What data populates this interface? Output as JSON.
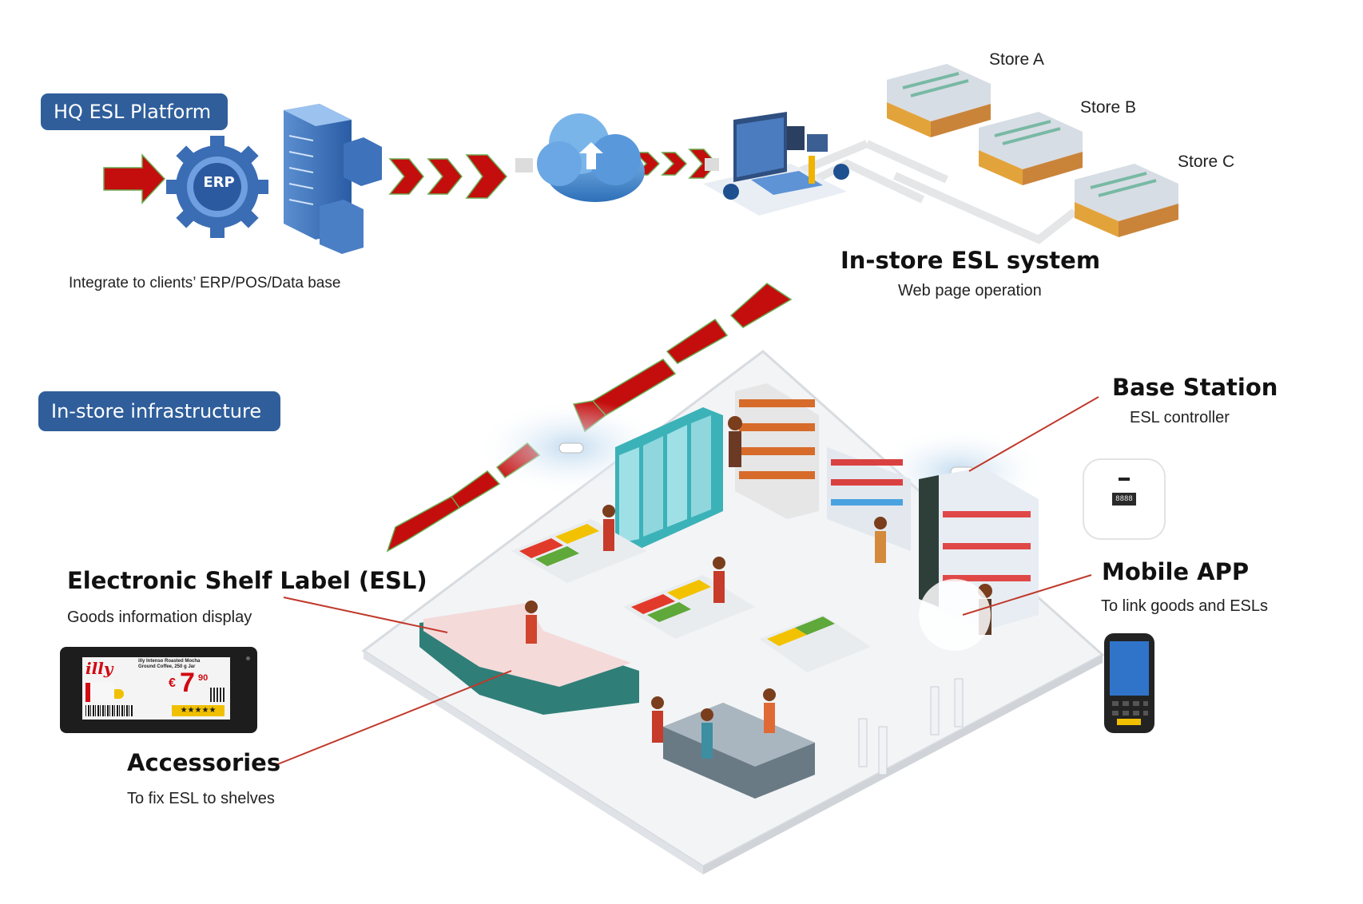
{
  "hq": {
    "platform_label": "HQ ESL Platform",
    "erp_badge": "ERP",
    "integrate_caption": "Integrate to clients’ ERP/POS/Data base"
  },
  "instore_system": {
    "title": "In-store ESL system",
    "subtitle": "Web page operation"
  },
  "stores": [
    "Store A",
    "Store B",
    "Store C"
  ],
  "infrastructure": {
    "label": "In-store infrastructure"
  },
  "components": {
    "base_station": {
      "title": "Base Station",
      "subtitle": "ESL controller"
    },
    "mobile_app": {
      "title": "Mobile APP",
      "subtitle": "To link goods and ESLs"
    },
    "esl": {
      "title": "Electronic Shelf Label (ESL)",
      "subtitle": "Goods information display"
    },
    "accessories": {
      "title": "Accessories",
      "subtitle": "To fix ESL to shelves"
    }
  },
  "esl_device": {
    "brand": "illy",
    "product_line1": "illy Intenso Roasted Mocha",
    "product_line2": "Ground Coffee, 250 g Jar",
    "price_currency": "€",
    "price_int": "7",
    "price_dec": "90",
    "stars": "★★★★★"
  },
  "base_station_display": "8888",
  "colors": {
    "pill_blue": "#2f5e9b",
    "arrow_red": "#c40d0d",
    "arrow_outline": "#6aa84f",
    "callout_line": "#c0392b",
    "floor": "#f2f4f6"
  }
}
